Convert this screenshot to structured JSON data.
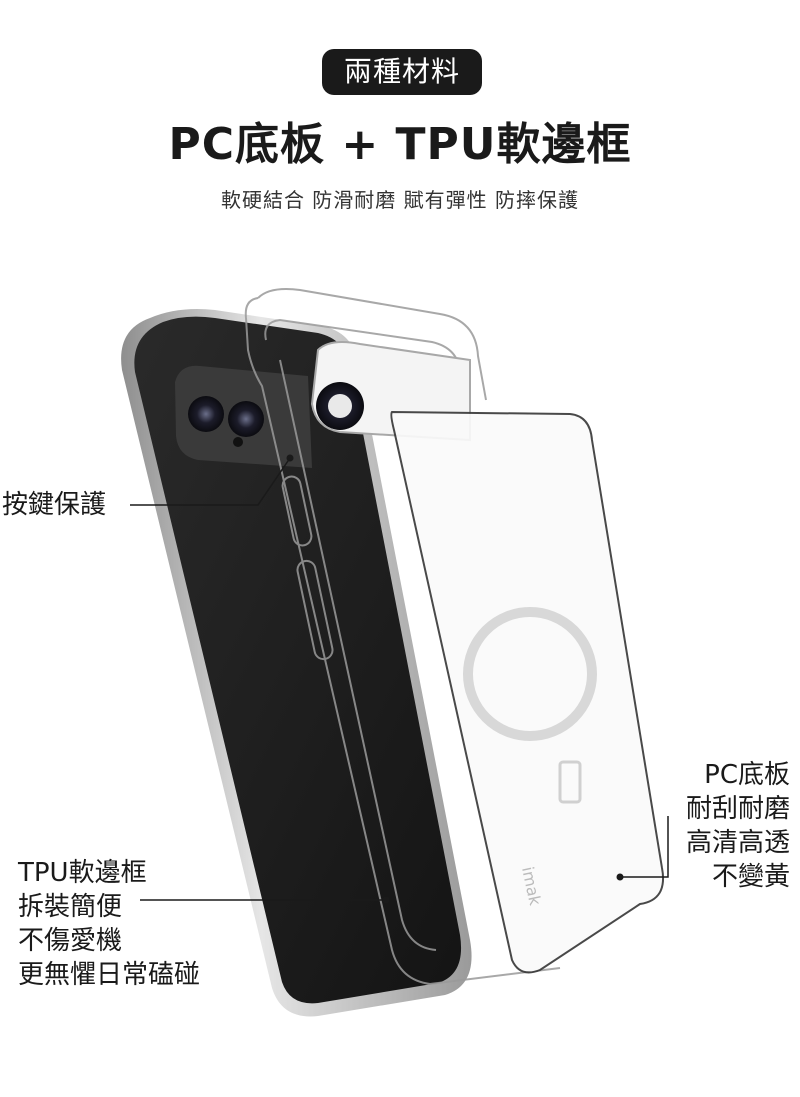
{
  "header": {
    "badge_text": "兩種材料",
    "title": "PC底板 + TPU軟邊框",
    "subtitle": "軟硬結合 防滑耐磨 賦有彈性 防摔保護"
  },
  "callouts": {
    "button": {
      "line1": "按鍵保護"
    },
    "tpu": {
      "line1": "TPU軟邊框",
      "line2": "拆裝簡便",
      "line3": "不傷愛機",
      "line4": "更無懼日常磕碰"
    },
    "pc": {
      "line1": "PC底板",
      "line2": "耐刮耐磨",
      "line3": "高清高透",
      "line4": "不變黃"
    }
  },
  "product": {
    "brand_mark": "imak"
  },
  "colors": {
    "phone_body": "#1f1f1f",
    "phone_frame": "#b9b9b9",
    "text": "#1a1a1a",
    "badge_bg": "#1a1a1a"
  }
}
